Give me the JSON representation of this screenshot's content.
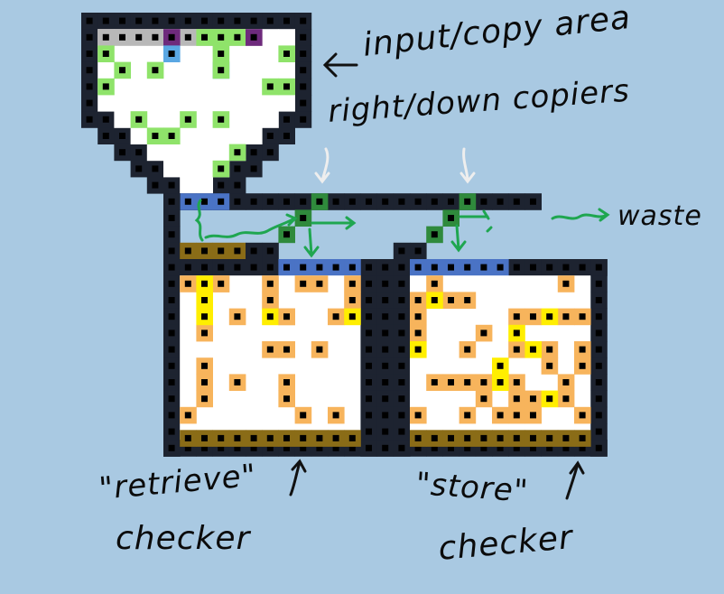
{
  "annotations": {
    "input_copy": "input/copy area",
    "copiers": "right/down copiers",
    "waste": "waste",
    "retrieve_checker_line1": "\"retrieve\"",
    "retrieve_checker_line2": "checker",
    "store_checker_line1": "\"store\"",
    "store_checker_line2": "checker"
  },
  "colors": {
    "background": "#a9c9e2",
    "wall": "#1d2330",
    "wall_hole": "#000000",
    "interior": "#ffffff",
    "live_green": "#8fe36a",
    "dark_green": "#2f8a3c",
    "blue": "#4a73c5",
    "light_blue": "#5aa7e3",
    "purple": "#6e2a7c",
    "gray": "#b8b8b8",
    "gold": "#8a6c17",
    "orange": "#f7b45c",
    "yellow": "#ffee00",
    "arrow_green": "#1fa650",
    "arrow_white": "#eeeeee"
  },
  "icons": [
    "arrow-left-icon",
    "arrow-up-icon",
    "arrow-down-icon",
    "wavy-arrow-icon"
  ]
}
